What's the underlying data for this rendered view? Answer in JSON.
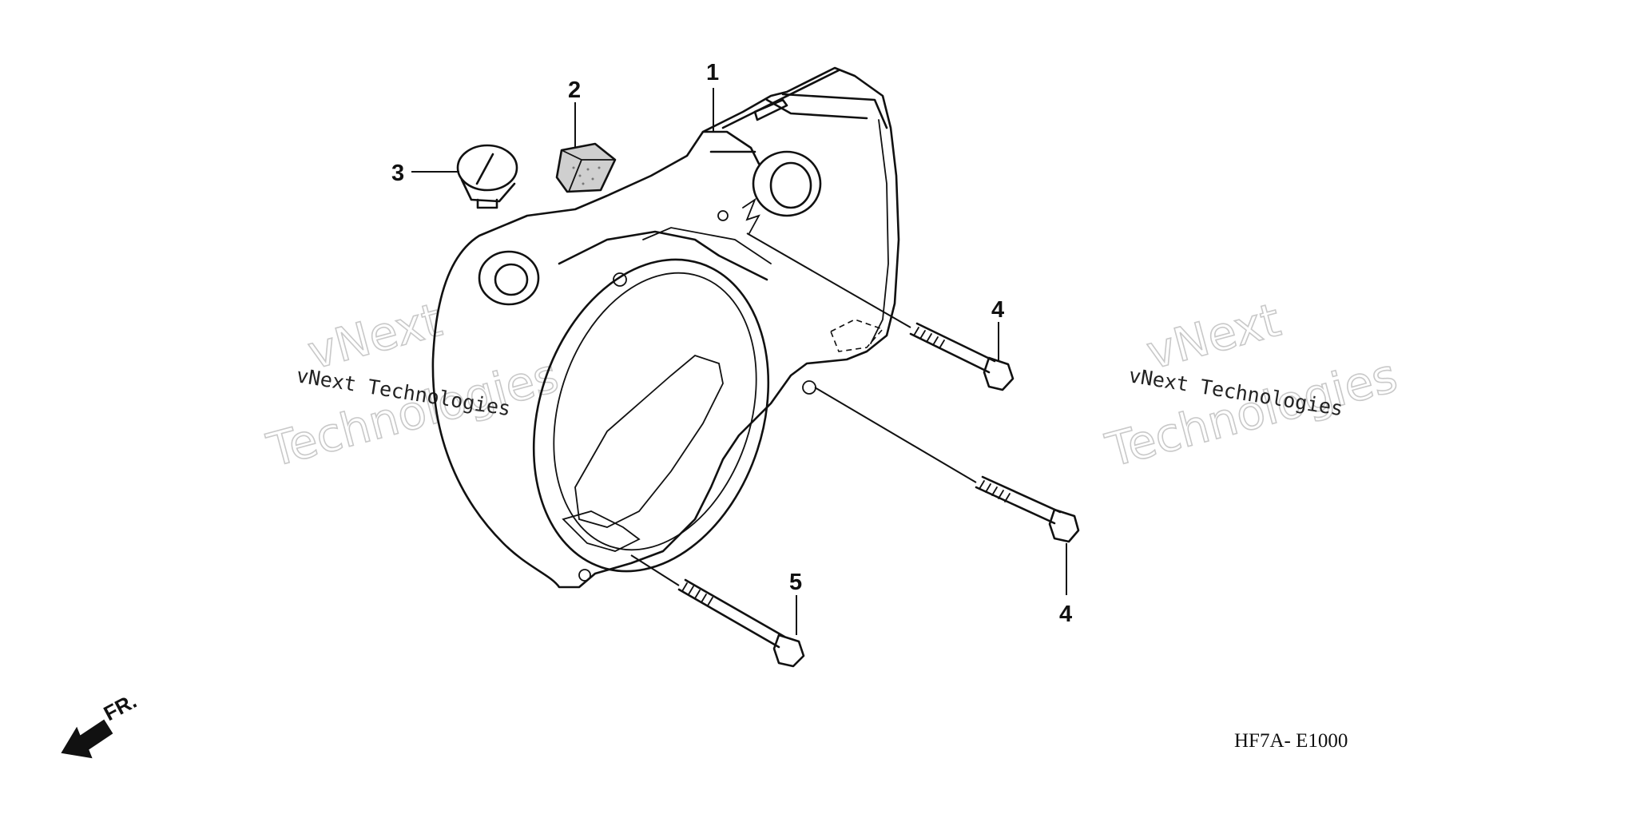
{
  "diagram": {
    "callouts": {
      "c1": "1",
      "c2": "2",
      "c3": "3",
      "c4a": "4",
      "c4b": "4",
      "c5": "5"
    },
    "part_code": "HF7A- E1000",
    "front_label": "FR.",
    "watermark": {
      "line_small": "vNext Technologies",
      "line_big_1": "vNext",
      "line_big_2": "Technologies"
    },
    "colors": {
      "ink": "#111111",
      "watermark": "#c9c9c9",
      "background": "#ffffff"
    }
  }
}
